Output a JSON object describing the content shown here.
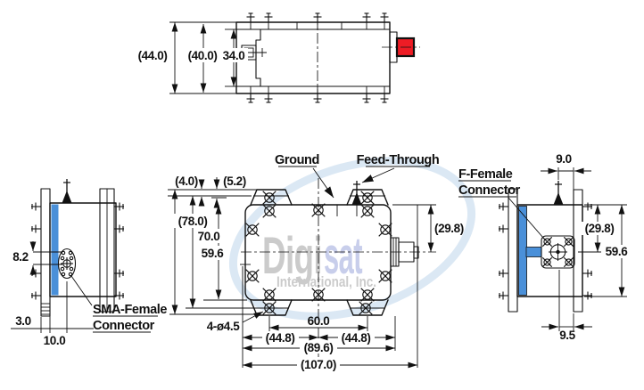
{
  "drawing": {
    "watermark": {
      "brand_gray": "Digi",
      "brand_blue": "sat",
      "subtitle": "International, Inc."
    },
    "top_view": {
      "dim_overall_height": "(44.0)",
      "dim_flange_height": "(40.0)",
      "dim_body_height": "34.0"
    },
    "front_view": {
      "dim_lip": "(4.0)",
      "dim_tab": "(5.2)",
      "dim_overall_height": "(78.0)",
      "dim_mount_height": "70.0",
      "dim_body_height": "59.6",
      "dim_connector_offset": "(29.8)",
      "label_ground": "Ground",
      "label_feed_through": "Feed-Through",
      "dim_hole": "4-ø4.5",
      "dim_span_60": "60.0",
      "dim_left_448": "(44.8)",
      "dim_right_448": "(44.8)",
      "dim_896": "(89.6)",
      "dim_1070": "(107.0)"
    },
    "left_view": {
      "dim_connector_height": "8.2",
      "dim_rail": "3.0",
      "dim_connector_offset": "10.0",
      "label_connector_line1": "SMA-Female",
      "label_connector_line2": "Connector"
    },
    "right_view": {
      "dim_top": "9.0",
      "dim_connector_offset": "(29.8)",
      "dim_body_height": "59.6",
      "dim_bottom": "9.5",
      "label_connector_line1": "F-Female",
      "label_connector_line2": "Connector"
    },
    "colors": {
      "accent_blue": "#4a90d9",
      "connector_red": "#ee1c25",
      "line": "#111111",
      "watermark_gray": "#c6c6c6",
      "watermark_blue": "#c3c9e9",
      "watermark_swoosh": "#d8e6f3"
    }
  }
}
